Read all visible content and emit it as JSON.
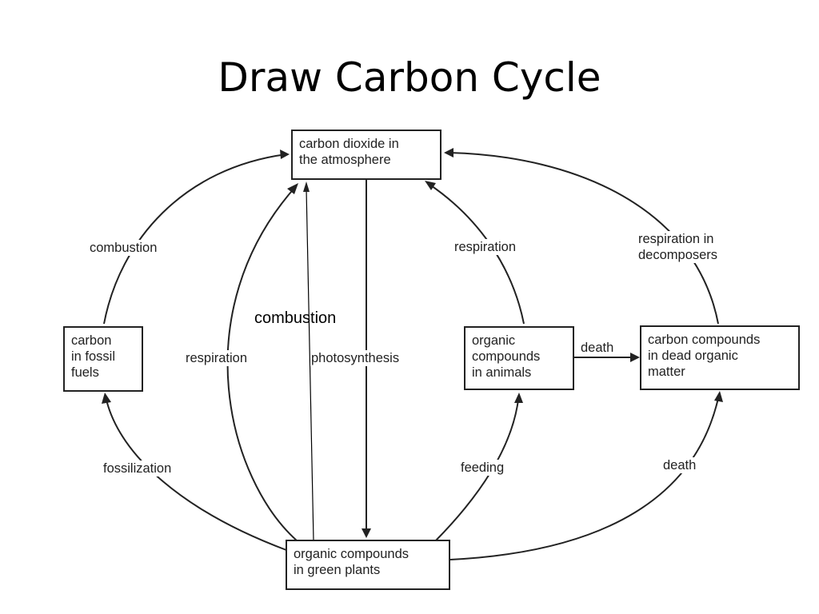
{
  "title": "Draw Carbon Cycle",
  "nodes": {
    "atmosphere": "carbon dioxide in\nthe atmosphere",
    "fossil_fuels": "carbon\nin fossil\nfuels",
    "animals": "organic\ncompounds\nin animals",
    "dead_matter": "carbon compounds\nin dead organic\nmatter",
    "green_plants": "organic compounds\nin green plants"
  },
  "edges": {
    "combustion_fossil": "combustion",
    "respiration_plants": "respiration",
    "photosynthesis": "photosynthesis",
    "respiration_animals": "respiration",
    "respiration_decomposers": "respiration in\ndecomposers",
    "death_animals": "death",
    "fossilization": "fossilization",
    "feeding": "feeding",
    "death_plants": "death"
  },
  "annotation": {
    "combustion_plants": "combustion"
  }
}
